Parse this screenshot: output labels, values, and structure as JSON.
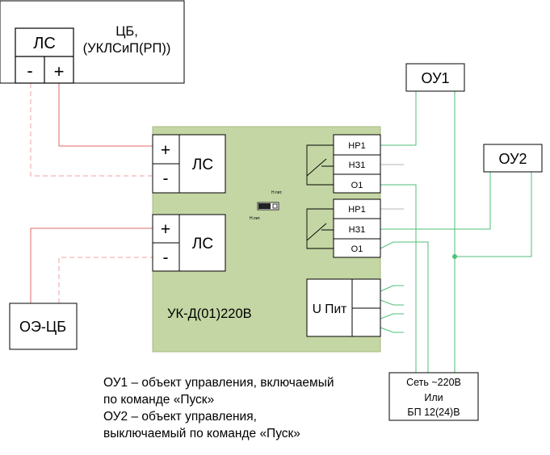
{
  "cb": {
    "title_line1": "ЦБ,",
    "title_line2": "(УКЛСиП(РП))",
    "ls_label": "ЛС",
    "minus": "-",
    "plus": "+"
  },
  "device": {
    "name": "УК-Д(01)220В",
    "ls1_label": "ЛС",
    "ls2_label": "ЛС",
    "plus": "+",
    "minus": "-",
    "relay1": [
      "НР1",
      "НЗ1",
      "О1"
    ],
    "relay2": [
      "НР1",
      "НЗ1",
      "О1"
    ],
    "power_label": "U Пит",
    "jumper_label1": "Н.пит.",
    "jumper_label2": "Н.пит."
  },
  "ou1": "ОУ1",
  "ou2": "ОУ2",
  "oe": "ОЭ-ЦБ",
  "power_source": {
    "line1": "Сеть ~220В",
    "line2": "Или",
    "line3": "БП 12(24)В"
  },
  "legend": {
    "line1": "ОУ1 – объект управления, включаемый",
    "line2": "по команде «Пуск»",
    "line3": "ОУ2 – объект управления,",
    "line4": "выключаемый по команде «Пуск»"
  },
  "colors": {
    "board": "#c4d6a3",
    "green_wire": "#4fbf7a",
    "red_wire": "#e06a6a",
    "pink_dashed": "#f2a0a0"
  }
}
